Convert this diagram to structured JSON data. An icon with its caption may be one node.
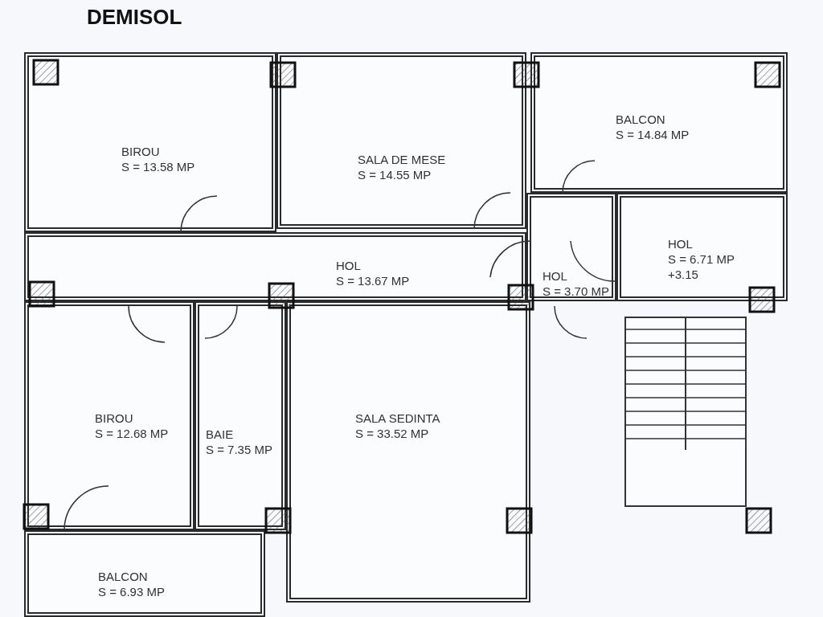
{
  "diagram": {
    "title": "DEMISOL",
    "nodes": [
      {
        "text": [
          "BIROU",
          "S = 13.58 MP"
        ]
      },
      {
        "text": [
          "SALA DE MESE",
          "S = 14.55 MP"
        ]
      },
      {
        "text": [
          "BALCON",
          "S = 14.84 MP"
        ]
      },
      {
        "text": [
          "HOL",
          "S = 13.67 MP"
        ]
      },
      {
        "text": [
          "HOL",
          "S = 3.70 MP"
        ]
      },
      {
        "text": [
          "HOL",
          "S = 6.71 MP",
          "+3.15"
        ]
      },
      {
        "text": [
          "BIROU",
          "S = 12.68 MP"
        ]
      },
      {
        "text": [
          "BAIE",
          "S = 7.35 MP"
        ]
      },
      {
        "text": [
          "SALA SEDINTA",
          "S = 33.52 MP"
        ]
      },
      {
        "text": [
          "BALCON",
          "S = 6.93 MP"
        ]
      }
    ],
    "edges": []
  }
}
